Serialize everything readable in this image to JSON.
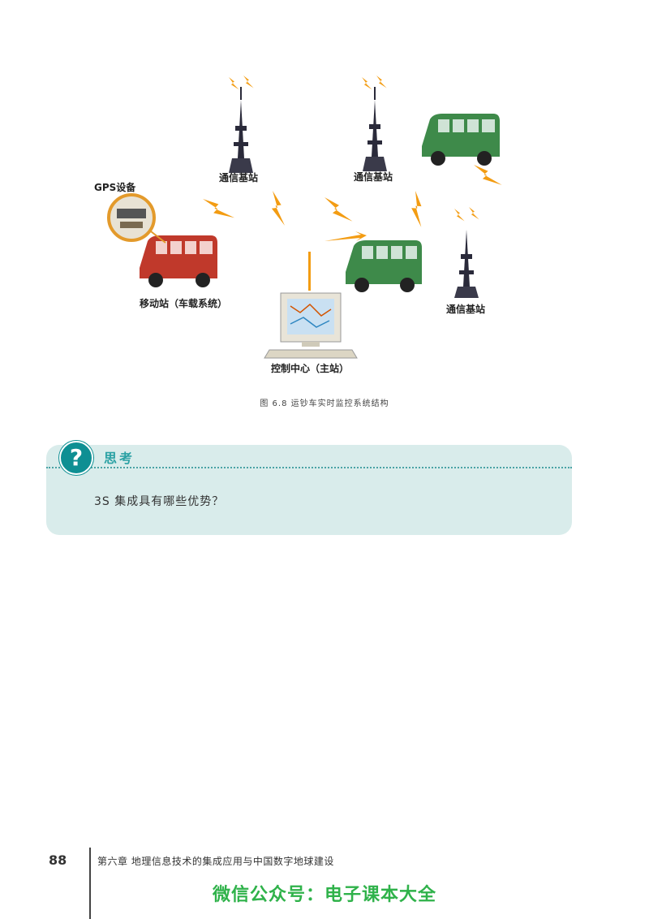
{
  "figure": {
    "labels": {
      "tower_left": "通信基站",
      "tower_center": "通信基站",
      "tower_right": "通信基站",
      "gps_device": "GPS设备",
      "mobile_station": "移动站（车载系统）",
      "control_center": "控制中心（主站）"
    },
    "caption": "图 6.8   运钞车实时监控系统结构",
    "colors": {
      "signal": "#f39c12",
      "red_van": "#c0392b",
      "green_van": "#3e8a4a",
      "tower": "#2a2a3a"
    }
  },
  "think": {
    "icon": "question-mark-icon",
    "icon_glyph": "?",
    "title": "思考",
    "question": "3S 集成具有哪些优势？"
  },
  "footer": {
    "page_number": "88",
    "chapter": "第六章   地理信息技术的集成应用与中国数字地球建设",
    "watermark": "微信公众号：电子课本大全"
  }
}
